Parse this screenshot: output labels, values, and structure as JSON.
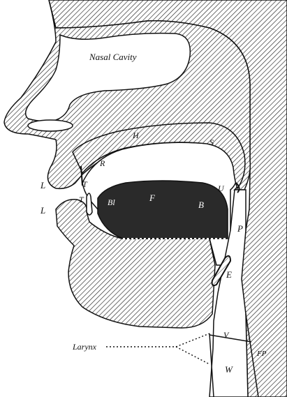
{
  "figure": {
    "labels": {
      "nasal_cavity": "Nasal Cavity",
      "hard_palate": "H",
      "soft_palate": "S",
      "alveolar_ridge": "R",
      "lip_upper": "L",
      "lip_lower": "L",
      "teeth_upper": "T",
      "teeth_lower": "T",
      "uvula": "U",
      "tongue_blade": "Bl",
      "tongue_front": "F",
      "tongue_back": "B",
      "pharynx": "P",
      "epiglottis": "E",
      "larynx": "Larynx",
      "vocal_cords": "V",
      "windpipe": "W",
      "food_passage": "FP"
    },
    "colors": {
      "ink": "#111111",
      "paper": "#ffffff",
      "tongue_fill": "#2a2a2a"
    }
  }
}
